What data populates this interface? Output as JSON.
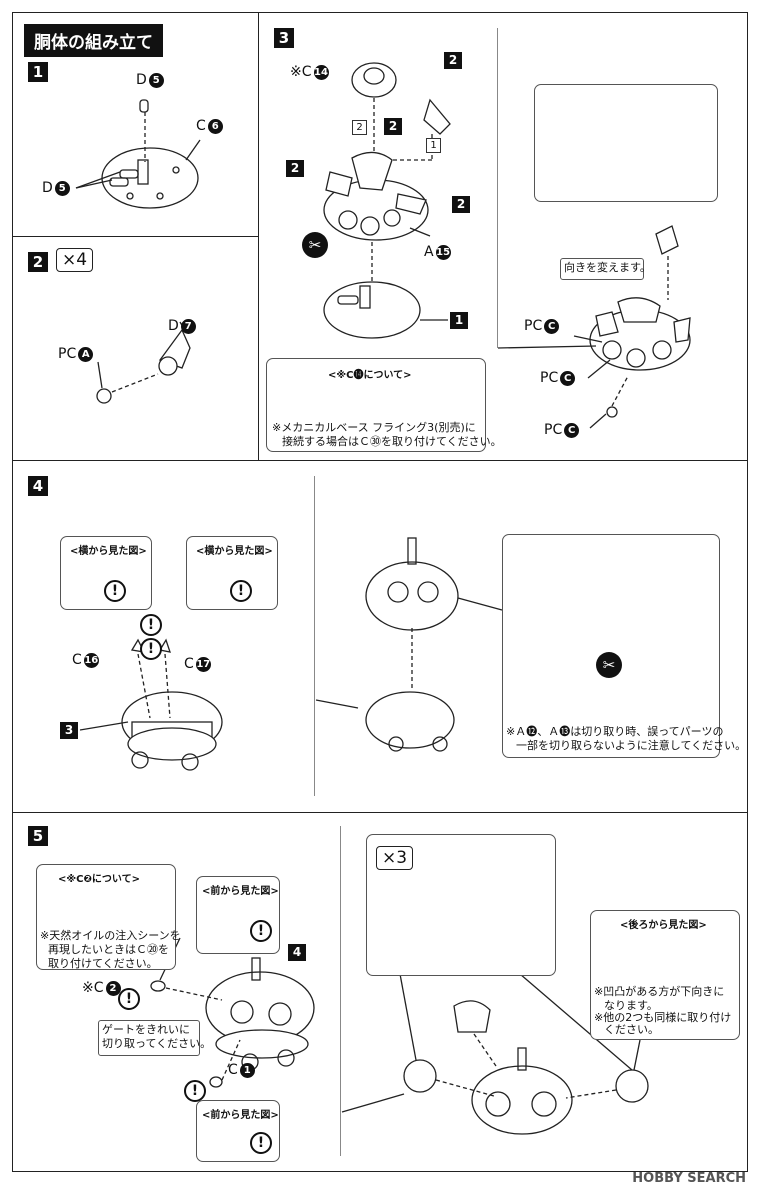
{
  "section_title": "胴体の組み立て",
  "steps": [
    "1",
    "2",
    "3",
    "4",
    "5"
  ],
  "multipliers": {
    "step2": "×4",
    "step5_right": "×3"
  },
  "labels": {
    "s1_D5": {
      "prefix": "D",
      "num": "5"
    },
    "s1_C6": {
      "prefix": "C",
      "num": "6"
    },
    "s1_D5b": {
      "prefix": "D",
      "num": "5"
    },
    "s2_PCA": {
      "prefix": "PC",
      "num": "A"
    },
    "s2_D7": {
      "prefix": "D",
      "num": "7"
    },
    "s3_C14": {
      "prefix": "※C",
      "num": "14"
    },
    "s3_A15": {
      "prefix": "A",
      "num": "15"
    },
    "s3_C30": {
      "prefix": "C",
      "num": "30"
    },
    "s3r_PCA": {
      "prefix": "PC",
      "num": "A"
    },
    "s3r_C15": {
      "prefix": "C",
      "num": "15"
    },
    "s3r_A7": {
      "prefix": "A",
      "num": "7"
    },
    "s3r_PCC1": {
      "prefix": "PC",
      "num": "C"
    },
    "s3r_PCC2": {
      "prefix": "PC",
      "num": "C"
    },
    "s3r_PCC3": {
      "prefix": "PC",
      "num": "C"
    },
    "s4_C16": {
      "prefix": "C",
      "num": "16"
    },
    "s4_C17": {
      "prefix": "C",
      "num": "17"
    },
    "s4_A8": {
      "prefix": "A",
      "num": "8"
    },
    "s4_A12": {
      "prefix": "※A",
      "num": "12"
    },
    "s4_A13": {
      "prefix": "※A",
      "num": "13"
    },
    "s5_C20": {
      "prefix": "C",
      "num": "20"
    },
    "s5_C2": {
      "prefix": "※C",
      "num": "2"
    },
    "s5_C1": {
      "prefix": "C",
      "num": "1"
    },
    "s5_F2": {
      "prefix": "F",
      "num": "2"
    },
    "s5_PCA": {
      "prefix": "PC",
      "num": "A"
    },
    "s5_B2": {
      "prefix": "B",
      "num": "2"
    }
  },
  "sub_refs": {
    "s3_2a": "2",
    "s3_2b": "2",
    "s3_2c": "2",
    "s3_2d": "2",
    "s3_1": "1",
    "s3_box2": "2",
    "s3_box1": "1",
    "s5_4": "4",
    "s4_3": "3"
  },
  "boxes": {
    "s3_note_head": "<※C⓮について>",
    "s3_note_text": [
      "※メカニカルベース フライング3(別売)に",
      "接続する場合はＣ㉚を取り付けてください。"
    ],
    "s3r_turn": "向きを変えます。",
    "s4_side1": "<横から見た図>",
    "s4_side2": "<横から見た図>",
    "s4_cut_note": [
      "※Ａ⓬、Ａ⓭は切り取り時、誤ってパーツの",
      "一部を切り取らないように注意してください。"
    ],
    "s5_c2_head": "<※C❷について>",
    "s5_c2_text": [
      "※天然オイルの注入シーンを",
      "再現したいときはＣ⑳を",
      "取り付けてください。"
    ],
    "s5_front1": "<前から見た図>",
    "s5_front2": "<前から見た図>",
    "s5_gate": [
      "ゲートをきれいに",
      "切り取ってください。"
    ],
    "s5_back_head": "<後ろから見た図>",
    "s5_back_text": [
      "※凹凸がある方が下向きに",
      "なります。",
      "※他の2つも同様に取り付け",
      "ください。"
    ]
  },
  "watermark": "HOBBY SEARCH",
  "excl_mark": "!"
}
